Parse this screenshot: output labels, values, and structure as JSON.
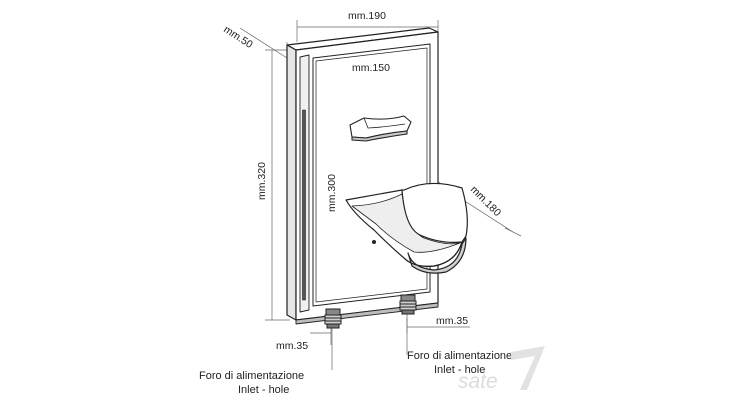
{
  "dimensions": {
    "width": "mm.190",
    "depth": "mm.50",
    "inner_width": "mm.150",
    "height": "mm.320",
    "inner_height": "mm.300",
    "tray_depth": "mm.180",
    "left_inlet_offset": "mm.35",
    "right_inlet_offset": "mm.35"
  },
  "callouts": {
    "left": {
      "line1": "Foro di alimentazione",
      "line2": "Inlet - hole"
    },
    "right": {
      "line1": "Foro di alimentazione",
      "line2": "Inlet - hole"
    }
  },
  "watermark": {
    "text": "sate"
  },
  "colors": {
    "outline": "#222222",
    "dimension_line": "#555555",
    "body_fill": "#ffffff",
    "shade": "#cfcfcf",
    "dark_shade": "#9a9a9a"
  }
}
